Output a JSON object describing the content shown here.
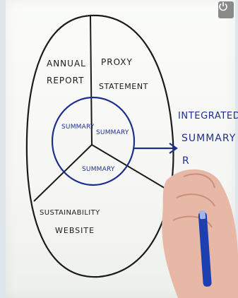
{
  "diagram": {
    "segments": {
      "annual_report": [
        "ANNUAL",
        "REPORT"
      ],
      "proxy_statement": [
        "PROXY",
        "STATEMENT"
      ],
      "sustainability_website": [
        "SUSTAINABILITY",
        "WEBSITE"
      ]
    },
    "inner_labels": [
      "SUMMARY",
      "SUMMARY",
      "SUMMARY"
    ],
    "result_label": [
      "INTEGRATED",
      "SUMMARY",
      "R"
    ]
  },
  "colors": {
    "ink": "#1b1b1b",
    "marker_blue": "#1d2f8c",
    "skin": "#e8b8a6"
  },
  "icons": {
    "corner": "power-icon"
  }
}
